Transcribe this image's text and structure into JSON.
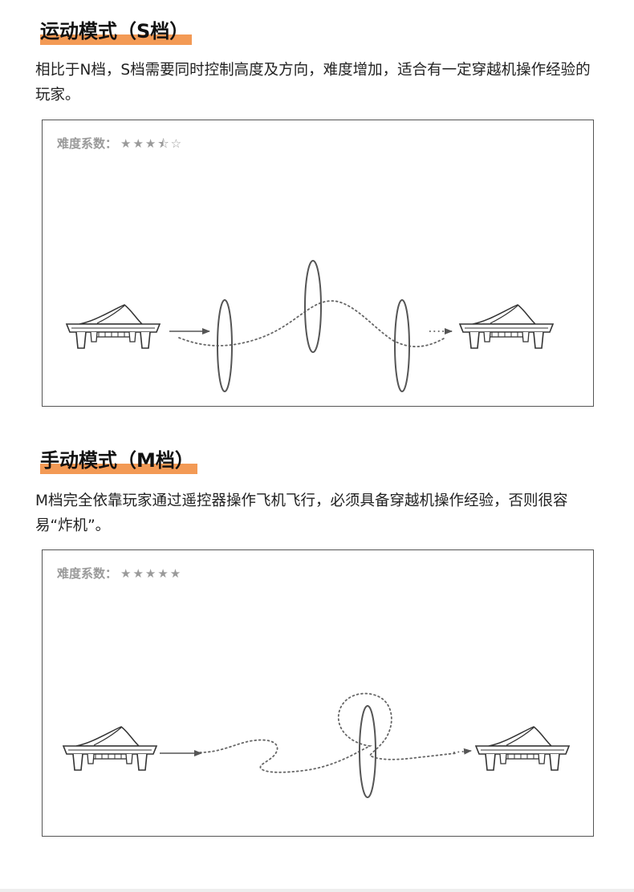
{
  "sections": [
    {
      "title": "运动模式（S档）",
      "description": "相比于N档，S档需要同时控制高度及方向，难度增加，适合有一定穿越机操作经验的玩家。",
      "rating_label": "难度系数：",
      "rating_stars": "★★★⯪☆"
    },
    {
      "title": "手动模式（M档）",
      "description": "M档完全依靠玩家通过遥控器操作飞机飞行，必须具备穿越机操作经验，否则很容易“炸机”。",
      "rating_label": "难度系数：",
      "rating_stars": "★★★★★"
    }
  ],
  "colors": {
    "highlight": "#f39a55",
    "frame_border": "#555555",
    "rating_text": "#9a9a9a",
    "line_art": "#555555"
  },
  "icons": [
    "drone-icon",
    "arrow-right-icon",
    "ring-gate-icon",
    "star-icon"
  ]
}
